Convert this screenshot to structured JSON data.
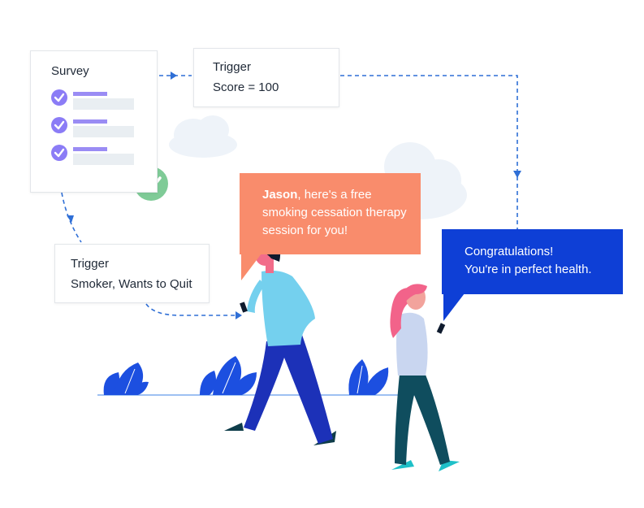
{
  "survey_card": {
    "title": "Survey",
    "rows": 3
  },
  "trigger_score": {
    "title": "Trigger",
    "condition": "Score = 100"
  },
  "trigger_smoker": {
    "title": "Trigger",
    "condition": "Smoker, Wants to Quit"
  },
  "bubble_jason": {
    "name": "Jason",
    "message": ", here's a free smoking cessation therapy session for you!"
  },
  "bubble_congrats": {
    "line1": "Congratulations!",
    "line2": "You're in perfect health."
  },
  "colors": {
    "check_purple": "#8b7cf6",
    "bar_purple": "#9a8cf4",
    "bar_gray": "#e9eef2",
    "check_green": "#7fcb97",
    "connector_blue": "#2f6fd6",
    "bubble_orange": "#f98c6c",
    "bubble_blue": "#0e3fd6",
    "plant_blue": "#1c4fe0",
    "ground_line": "#9ec0f2",
    "cloud": "#eef3f9"
  }
}
